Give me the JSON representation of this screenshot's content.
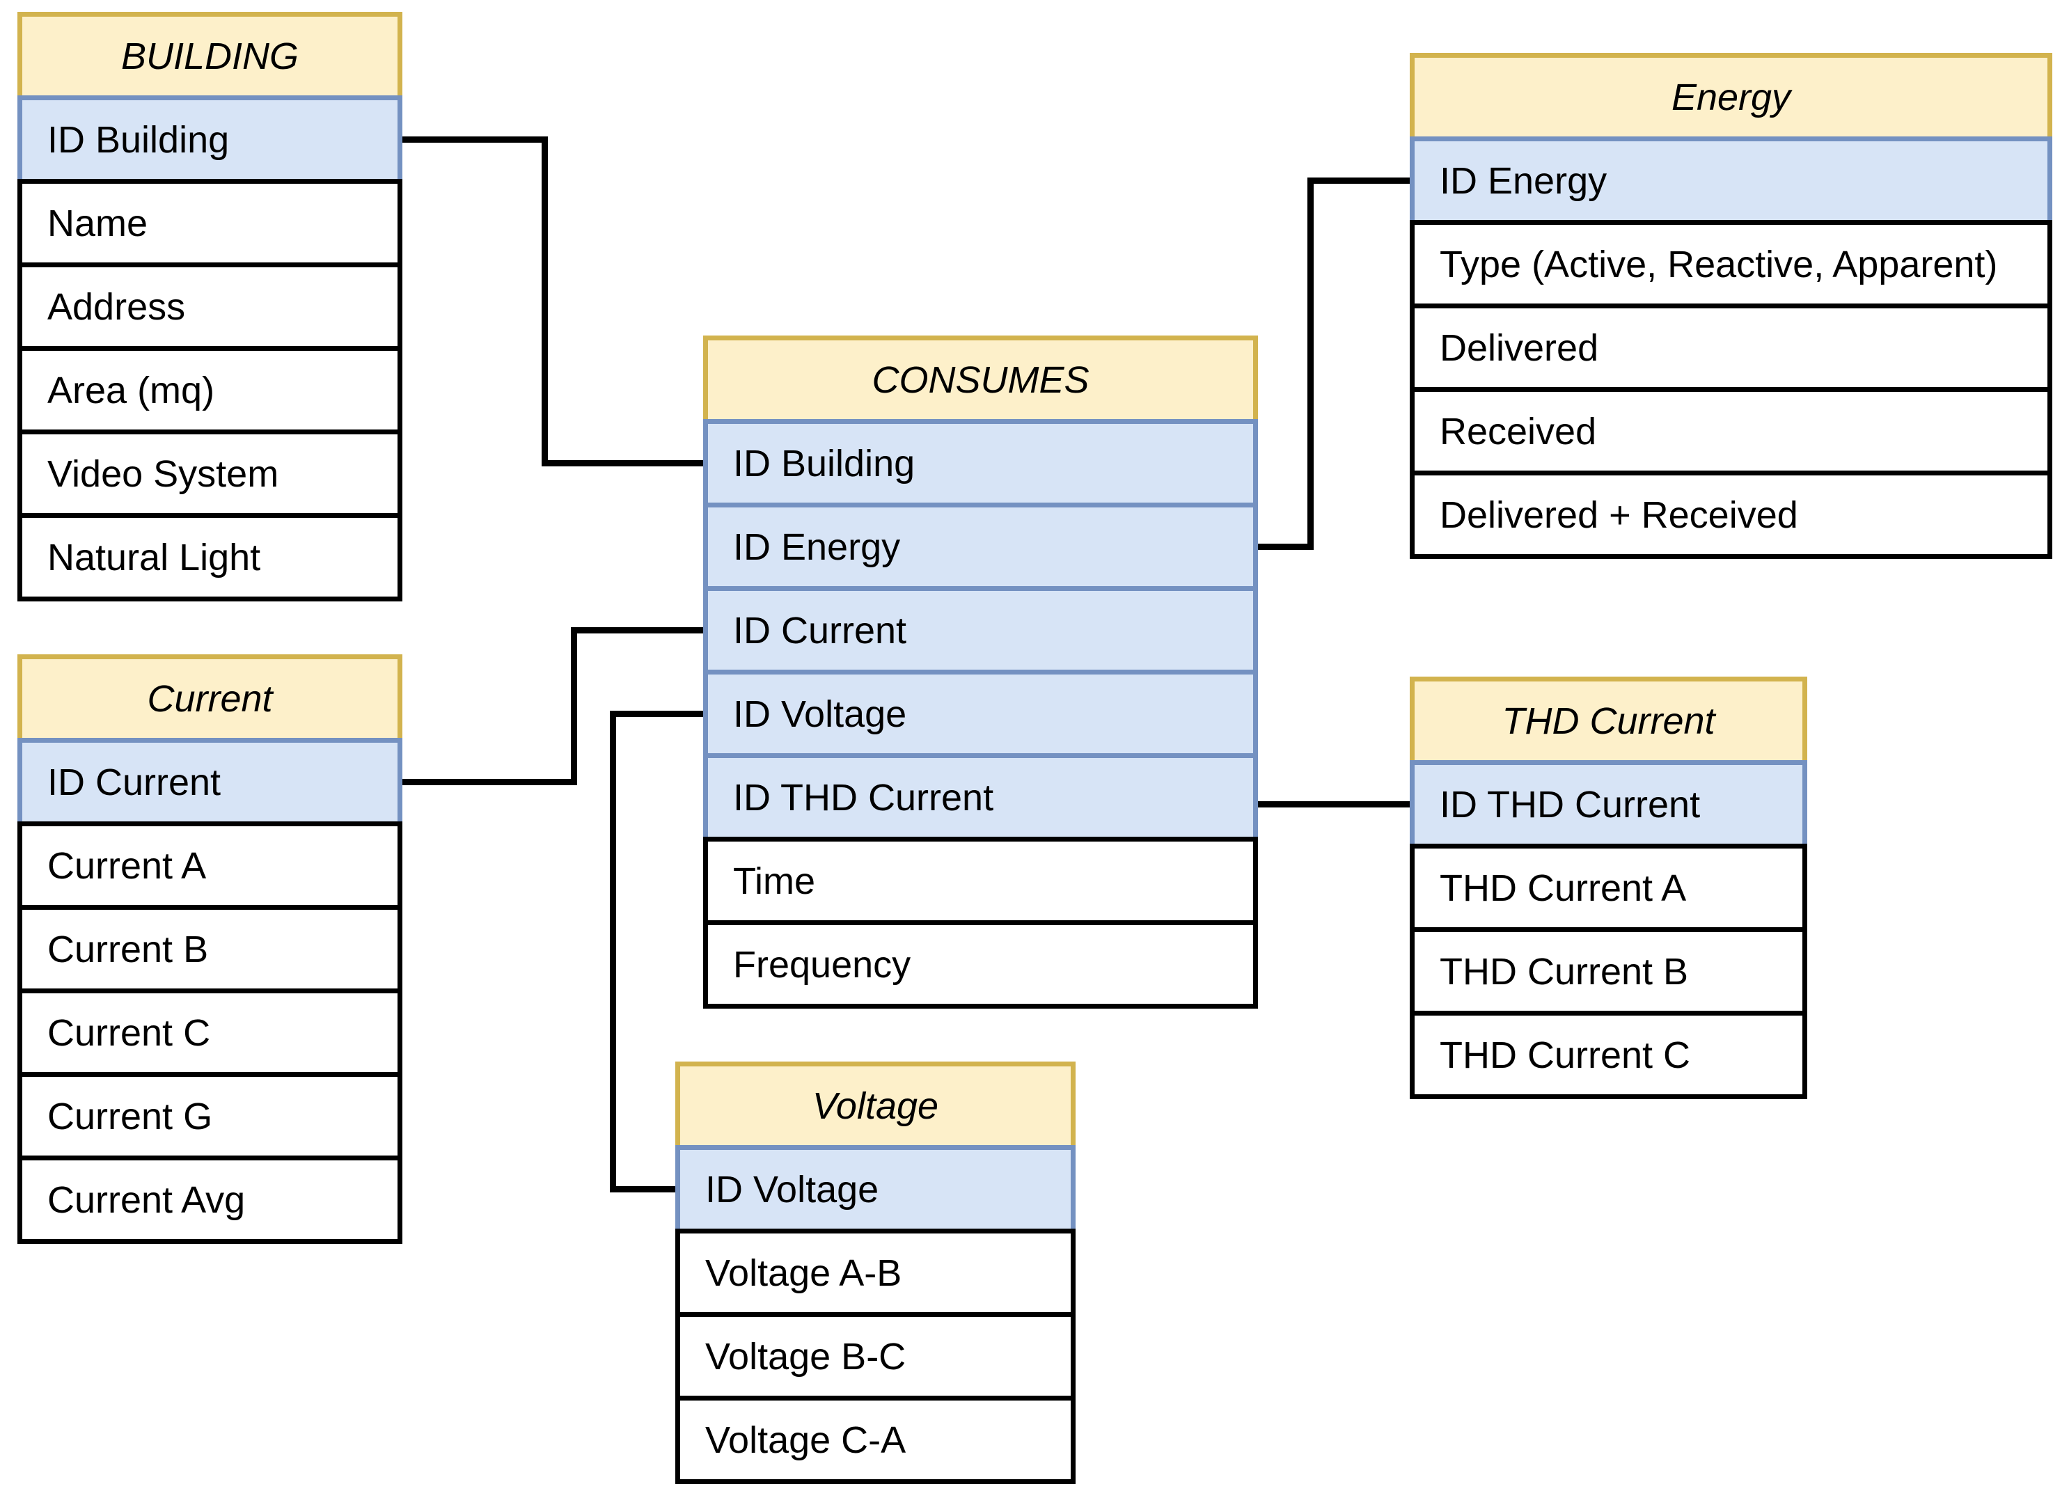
{
  "diagram_type": "entity-relationship-diagram",
  "colors": {
    "header_fill": "#FDF0CA",
    "header_border": "#D2B34E",
    "key_fill": "#D7E4F6",
    "key_border": "#7491C1",
    "row_fill": "#FFFFFF",
    "row_border": "#000000",
    "connector": "#000000",
    "background": "#FFFFFF"
  },
  "entities": {
    "building": {
      "title": "BUILDING",
      "rows": [
        "ID Building",
        "Name",
        "Address",
        "Area (mq)",
        "Video System",
        "Natural Light"
      ]
    },
    "current": {
      "title": "Current",
      "rows": [
        "ID Current",
        "Current A",
        "Current B",
        "Current C",
        "Current G",
        "Current Avg"
      ]
    },
    "consumes": {
      "title": "CONSUMES",
      "rows": [
        "ID Building",
        "ID Energy",
        "ID Current",
        "ID Voltage",
        "ID THD Current",
        "Time",
        "Frequency"
      ]
    },
    "energy": {
      "title": "Energy",
      "rows": [
        "ID Energy",
        "Type (Active, Reactive, Apparent)",
        "Delivered",
        "Received",
        "Delivered + Received"
      ]
    },
    "thd_current": {
      "title": "THD Current",
      "rows": [
        "ID THD Current",
        "THD Current A",
        "THD Current B",
        "THD Current C"
      ]
    },
    "voltage": {
      "title": "Voltage",
      "rows": [
        "ID Voltage",
        "Voltage A-B",
        "Voltage B-C",
        "Voltage C-A"
      ]
    }
  },
  "relationships": [
    {
      "from": "BUILDING.ID Building",
      "to": "CONSUMES.ID Building"
    },
    {
      "from": "Current.ID Current",
      "to": "CONSUMES.ID Current"
    },
    {
      "from": "Voltage.ID Voltage",
      "to": "CONSUMES.ID Voltage"
    },
    {
      "from": "Energy.ID Energy",
      "to": "CONSUMES.ID Energy"
    },
    {
      "from": "THD Current.ID THD Current",
      "to": "CONSUMES.ID THD Current"
    }
  ]
}
